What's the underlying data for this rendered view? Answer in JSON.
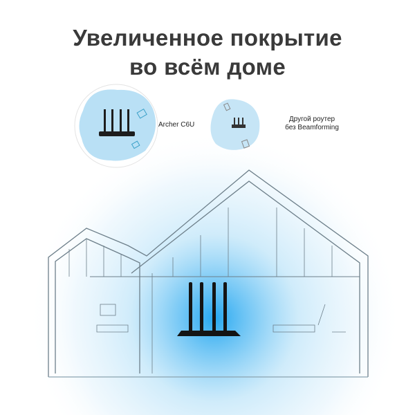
{
  "title": {
    "line1": "Увеличенное покрытие",
    "line2": "во всём доме"
  },
  "comparison": {
    "archer_label": "Archer C6U",
    "other_label_line1": "Другой роутер",
    "other_label_line2": "без Beamforming"
  },
  "colors": {
    "coverage": "#5bb8ef",
    "router": "#1d1d1d",
    "title": "#3a3a3a"
  }
}
